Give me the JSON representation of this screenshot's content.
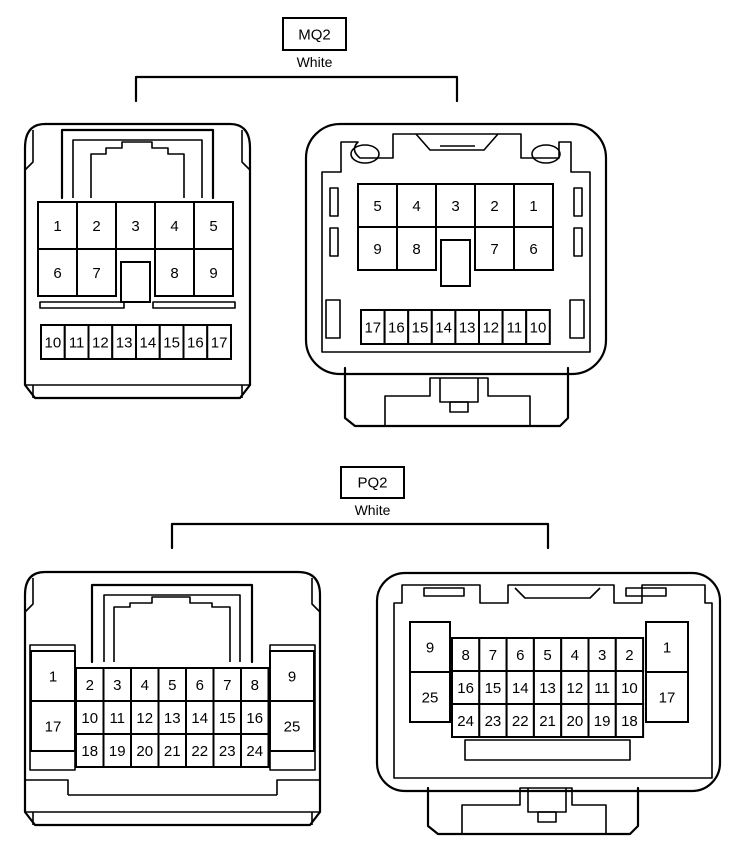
{
  "groups": [
    {
      "id": "MQ2",
      "label": "MQ2",
      "color": "White",
      "left_pins": [
        "1",
        "2",
        "3",
        "4",
        "5",
        "6",
        "7",
        "8",
        "9",
        "10",
        "11",
        "12",
        "13",
        "14",
        "15",
        "16",
        "17"
      ],
      "right_pins": [
        "5",
        "4",
        "3",
        "2",
        "1",
        "9",
        "8",
        "7",
        "6",
        "17",
        "16",
        "15",
        "14",
        "13",
        "12",
        "11",
        "10"
      ]
    },
    {
      "id": "PQ2",
      "label": "PQ2",
      "color": "White",
      "left_pins": [
        "1",
        "17",
        "9",
        "25",
        "2",
        "3",
        "4",
        "5",
        "6",
        "7",
        "8",
        "10",
        "11",
        "12",
        "13",
        "14",
        "15",
        "16",
        "18",
        "19",
        "20",
        "21",
        "22",
        "23",
        "24"
      ],
      "right_pins": [
        "9",
        "25",
        "1",
        "17",
        "8",
        "7",
        "6",
        "5",
        "4",
        "3",
        "2",
        "16",
        "15",
        "14",
        "13",
        "12",
        "11",
        "10",
        "24",
        "23",
        "22",
        "21",
        "20",
        "19",
        "18"
      ]
    }
  ]
}
